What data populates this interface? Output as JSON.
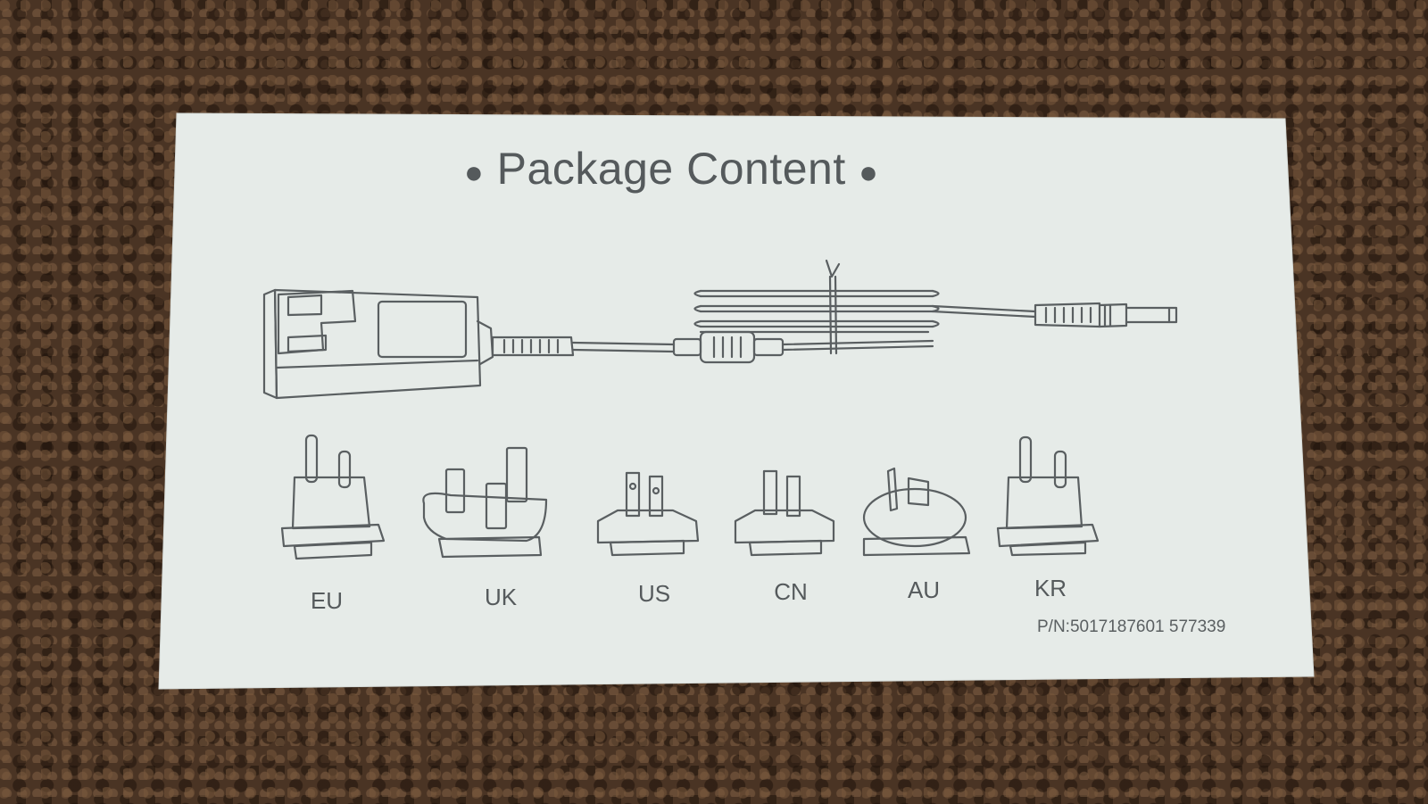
{
  "leaflet": {
    "title": "Package Content",
    "bullet": "●",
    "plugs": [
      {
        "label": "EU"
      },
      {
        "label": "UK"
      },
      {
        "label": "US"
      },
      {
        "label": "CN"
      },
      {
        "label": "AU"
      },
      {
        "label": "KR"
      }
    ],
    "part_number": "P/N:5017187601  577339"
  },
  "colors": {
    "background": "#4a3424",
    "paper": "#e6ebe8",
    "ink": "#555a5c"
  }
}
